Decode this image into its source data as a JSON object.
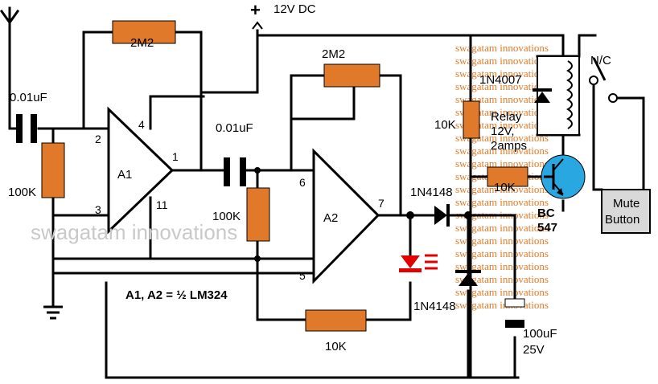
{
  "supply": {
    "plus_symbol": "+",
    "label": "12V DC"
  },
  "components": {
    "c1": "0.01uF",
    "r_feedback_a1": "2M2",
    "r1": "100K",
    "a1": "A1",
    "a1_pins": {
      "inv": "2",
      "noninv": "3",
      "vcc": "4",
      "out": "1",
      "gnd": "11"
    },
    "c2": "0.01uF",
    "pot_a2": "2M2",
    "r2": "100K",
    "a2": "A2",
    "a2_pins": {
      "inv": "6",
      "noninv": "5",
      "out": "7"
    },
    "d1": "1N4148",
    "d2": "1N4148",
    "r_feedback_a2": "10K",
    "ic_note": "A1, A2 = ½ LM324",
    "d_relay": "1N4007",
    "r_pullup": "10K",
    "relay_l1": "Relay",
    "relay_l2": "12V,",
    "relay_l3": "2amps",
    "r_base": "10K",
    "transistor_l1": "BC",
    "transistor_l2": "547",
    "contact": "N/C",
    "mute_l1": "Mute",
    "mute_l2": "Button",
    "cap_l1": "100uF",
    "cap_l2": "25V"
  },
  "watermark": {
    "main": "swagatam innovations",
    "stamp": "swagatam innovations"
  },
  "colors": {
    "wire": "#000000",
    "resistor": "#e07a2a",
    "led": "#e00000",
    "transistor": "#29a7e0",
    "mute_button": "#d9d9d9"
  },
  "icons": [
    "antenna-icon",
    "ground-icon",
    "led-icon",
    "relay-coil-icon",
    "npn-transistor-icon"
  ]
}
